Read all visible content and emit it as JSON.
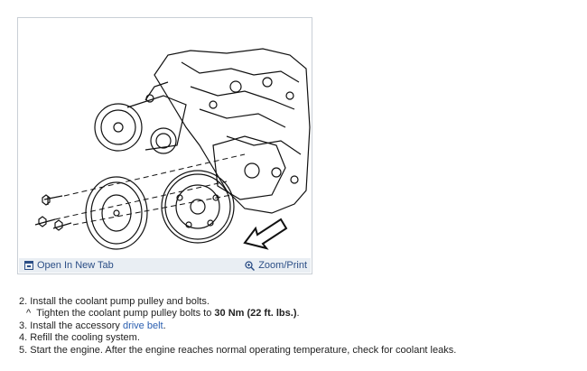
{
  "figure": {
    "open_tab_label": "Open In New Tab",
    "zoom_label": "Zoom/Print"
  },
  "steps": {
    "step2": "2. Install the coolant pump pulley and bolts.",
    "sub_marker": "^",
    "sub_text_pre": "Tighten the coolant pump pulley bolts to",
    "torque": "30 Nm (22 ft. lbs.)",
    "sub_text_post": ".",
    "step3_pre": "3. Install the accessory",
    "step3_link": "drive belt",
    "step3_post": ".",
    "step4": "4. Refill the cooling system.",
    "step5": "5. Start the engine. After the engine reaches normal operating temperature, check for coolant leaks."
  },
  "colors": {
    "link": "#2b5fb0",
    "toolbar_bg": "#e9eef3",
    "toolbar_text": "#2b4e86"
  }
}
